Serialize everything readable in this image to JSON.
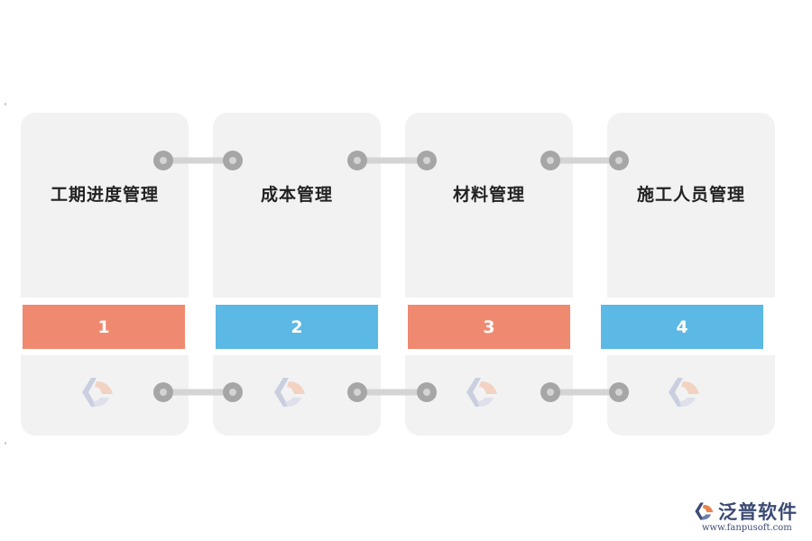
{
  "cards": [
    {
      "title": "工期进度管理",
      "number": "1",
      "color": "#ef8a70"
    },
    {
      "title": "成本管理",
      "number": "2",
      "color": "#5cb8e4"
    },
    {
      "title": "材料管理",
      "number": "3",
      "color": "#ef8a70"
    },
    {
      "title": "施工人员管理",
      "number": "4",
      "color": "#5cb8e4"
    }
  ],
  "colors": {
    "card_bg": "#f2f2f2",
    "connector_node": "#a6a6a6",
    "connector_bar": "#d4d4d4",
    "brand": "#3c4a73"
  },
  "logo": {
    "name": "泛普软件",
    "url": "www.fanpusoft.com"
  }
}
